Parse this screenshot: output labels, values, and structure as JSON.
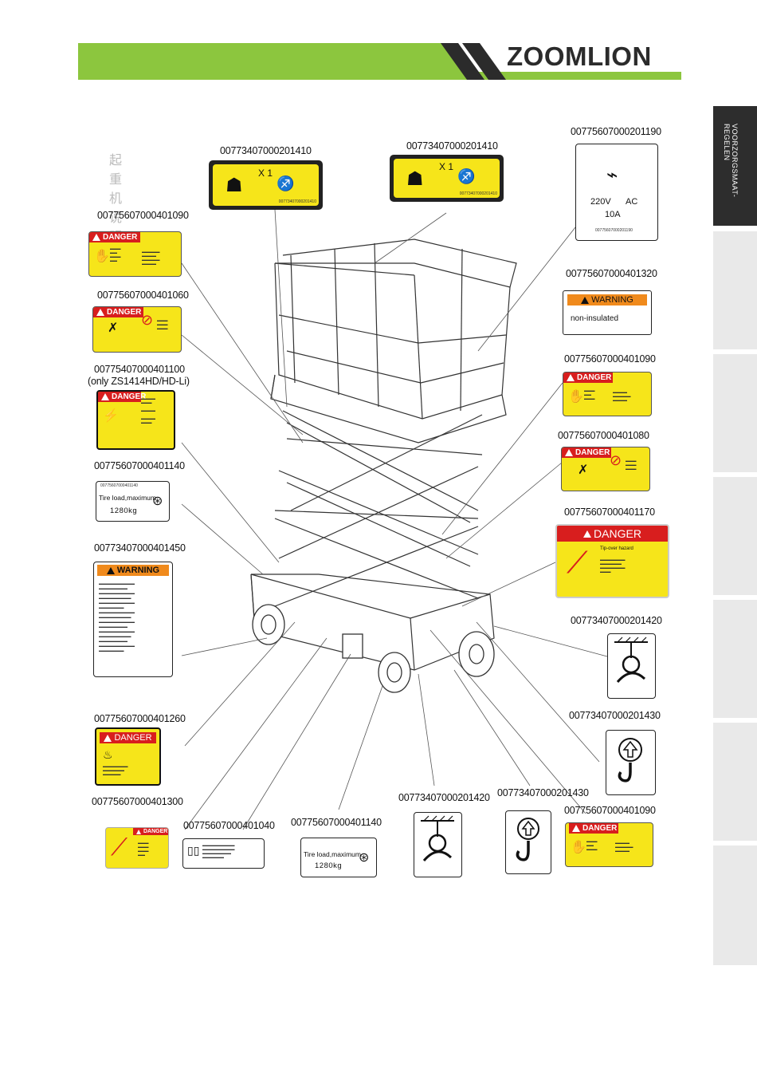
{
  "header": {
    "brand": "ZOOMLION"
  },
  "side_tab": {
    "label": "VOORZORGSMAAT-REGELEN"
  },
  "watermark": "起重机说明",
  "labels": {
    "l1": {
      "code": "00773407000201410",
      "text": "X 1",
      "small": "00773407000201410"
    },
    "l2": {
      "code": "00773407000201410",
      "text": "X 1",
      "small": "00773407000201410"
    },
    "l3": {
      "code": "00775607000201190",
      "voltage": "220V",
      "ac": "AC",
      "amp": "10A",
      "small": "00775607000201190"
    },
    "l4": {
      "code": "00775607000401090",
      "banner": "DANGER"
    },
    "l5": {
      "code": "00775607000401060",
      "banner": "DANGER"
    },
    "l6": {
      "code": "00775407000401100",
      "note": "(only ZS1414HD/HD-Li)",
      "banner": "DANGER"
    },
    "l7": {
      "code": "00775607000401140",
      "text": "Tire load,maximum",
      "value": "1280kg",
      "small": "00775607000401140"
    },
    "l8": {
      "code": "00773407000401450",
      "banner": "WARNING"
    },
    "l9": {
      "code": "00775607000401320",
      "banner": "WARNING",
      "text": "non-insulated"
    },
    "l10": {
      "code": "00775607000401090",
      "banner": "DANGER"
    },
    "l11": {
      "code": "00775607000401080",
      "banner": "DANGER"
    },
    "l12": {
      "code": "00775607000401170",
      "banner": "DANGER",
      "sub": "Tip-over hazard"
    },
    "l13": {
      "code": "00773407000201420"
    },
    "l14": {
      "code": "00773407000201430"
    },
    "l15": {
      "code": "00775607000401260",
      "banner": "DANGER"
    },
    "l16": {
      "code": "00775607000401300",
      "banner": "DANGER"
    },
    "l17": {
      "code": "00775607000401040"
    },
    "l18": {
      "code": "00775607000401140",
      "text": "Tire load,maximum",
      "value": "1280kg"
    },
    "l19": {
      "code": "00773407000201420"
    },
    "l20": {
      "code": "00773407000201430"
    },
    "l21": {
      "code": "00775607000401090",
      "banner": "DANGER"
    }
  },
  "colors": {
    "brand_green": "#8cc63e",
    "danger_red": "#d81e1e",
    "warning_orange": "#f08a1c",
    "label_yellow": "#f6e51a"
  }
}
